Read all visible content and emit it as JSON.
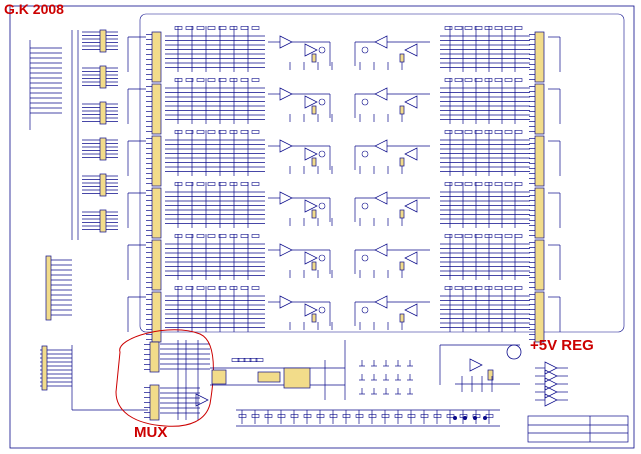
{
  "annotations": {
    "title": "G.K 2008",
    "regulator": "+5V REG",
    "mux": "MUX"
  },
  "colors": {
    "line": "#0a0a8a",
    "annotation": "#cc0000",
    "mux_outline": "#cc0000",
    "component_fill": "#f2dc8a"
  },
  "layout_hint": {
    "channel_rows": 6,
    "channels_per_row": 2
  }
}
